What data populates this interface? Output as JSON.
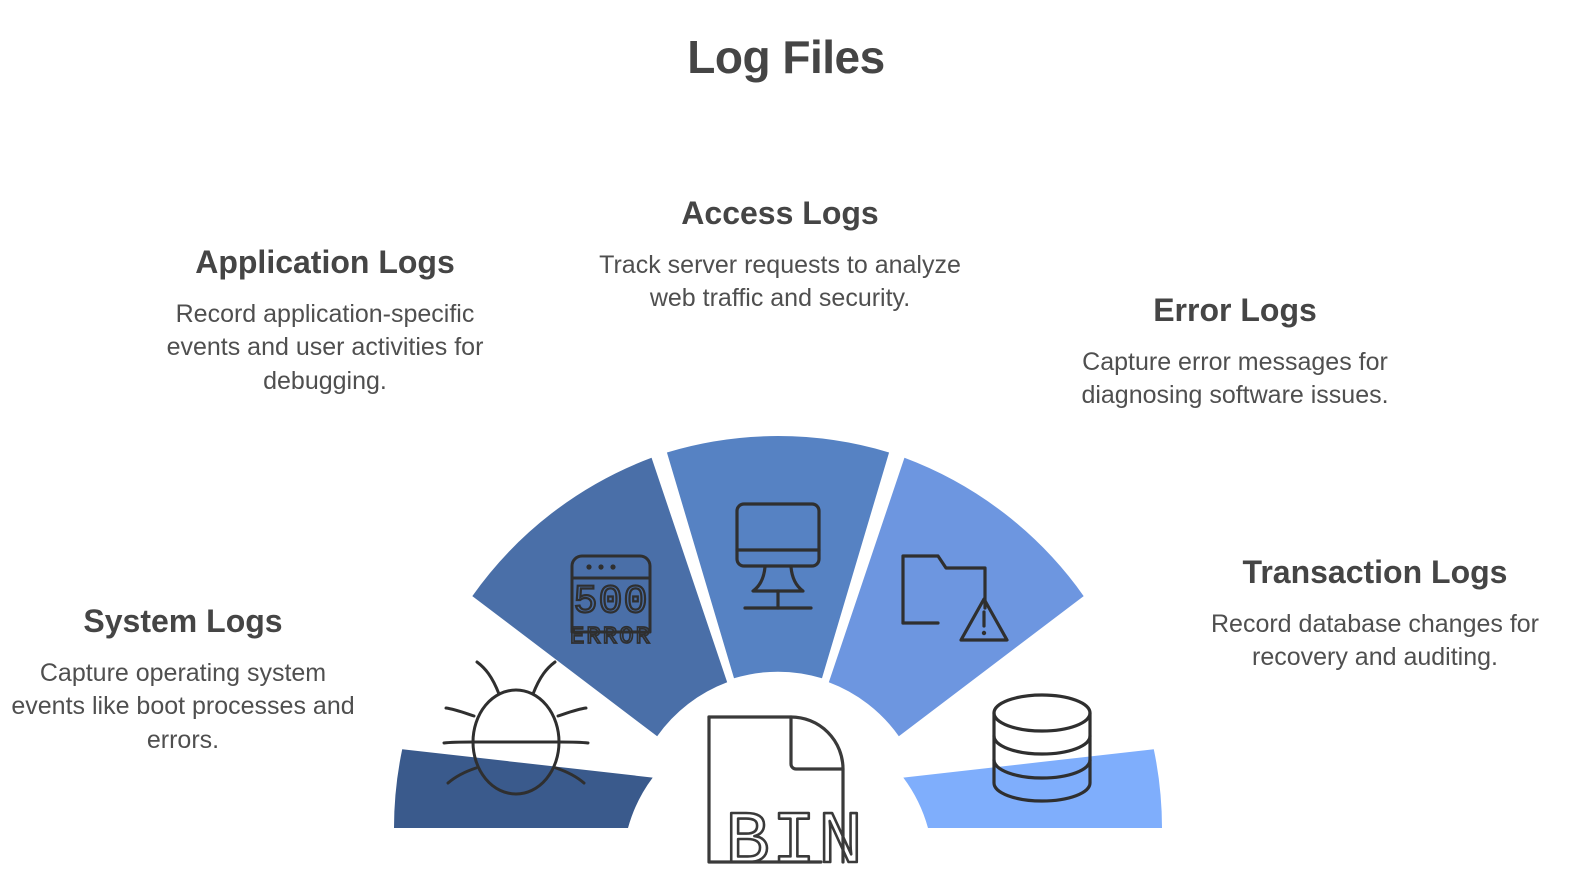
{
  "page": {
    "title": "Log Files",
    "background_color": "#ffffff",
    "title_color": "#454545",
    "body_text_color": "#4f4f4f"
  },
  "center_icon": {
    "name": "bin-file-icon",
    "label": "BIN",
    "stroke_color": "#3a3a3a"
  },
  "segments": [
    {
      "id": "system",
      "title": "System Logs",
      "body": "Capture operating system events like boot processes and errors.",
      "color": "#3A5A8C",
      "icon": "bug-icon"
    },
    {
      "id": "application",
      "title": "Application Logs",
      "body": "Record application-specific events and user activities for debugging.",
      "color": "#4A6FA8",
      "icon": "browser-500-error-icon",
      "icon_text_primary": "500",
      "icon_text_secondary": "ERROR"
    },
    {
      "id": "access",
      "title": "Access Logs",
      "body": "Track server requests to analyze web traffic and security.",
      "color": "#5682C3",
      "icon": "monitor-icon"
    },
    {
      "id": "error",
      "title": "Error Logs",
      "body": "Capture error messages for diagnosing software issues.",
      "color": "#6D96E0",
      "icon": "folder-warning-icon"
    },
    {
      "id": "transaction",
      "title": "Transaction Logs",
      "body": "Record database changes for recovery and auditing.",
      "color": "#7FAEFC",
      "icon": "database-icon"
    }
  ]
}
